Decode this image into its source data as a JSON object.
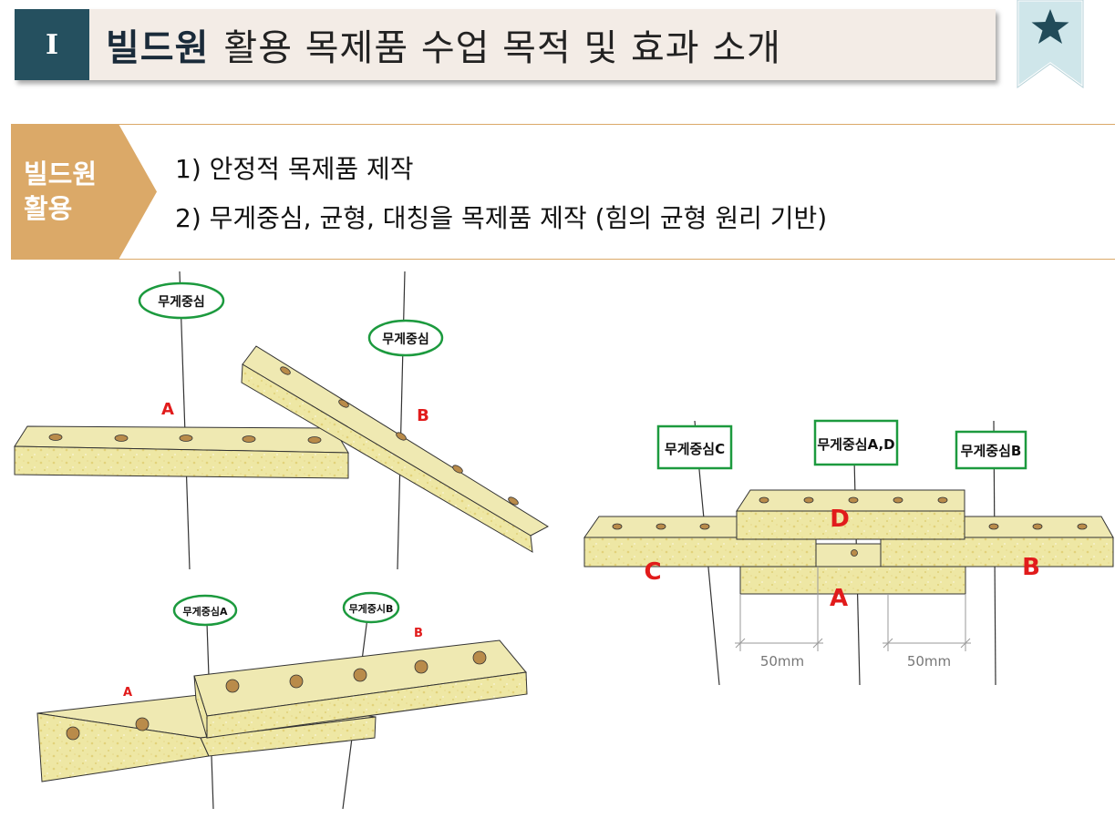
{
  "title": {
    "number": "I",
    "bold": "빌드원",
    "rest": "활용 목제품 수업 목적 및 효과 소개"
  },
  "bookmark_icon": "star-icon",
  "section": {
    "tag_line1": "빌드원",
    "tag_line2": "활용",
    "items": [
      "1) 안정적 목제품 제작",
      "2) 무게중심, 균형, 대칭을 목제품 제작 (힘의 균형 원리 기반)"
    ]
  },
  "colors": {
    "title_bg": "#f3ece6",
    "title_num_bg": "#25505f",
    "accent_orange": "#dba968",
    "label_green": "#1c9a3e",
    "label_red": "#e11b1b",
    "wood": "#eee7a4"
  },
  "figure_top_left": {
    "label1": "무게중심",
    "label2": "무게중심",
    "letter_a": "A",
    "letter_b": "B"
  },
  "figure_bottom_left": {
    "label_a": "무게중심A",
    "label_b": "무게중시B",
    "letter_a": "A",
    "letter_b": "B"
  },
  "figure_right": {
    "label_c": "무게중심C",
    "label_ad": "무게중심A,D",
    "label_b": "무게중심B",
    "letter_d": "D",
    "letter_c": "C",
    "letter_b": "B",
    "letter_a": "A",
    "dim_left": "50mm",
    "dim_right": "50mm"
  }
}
